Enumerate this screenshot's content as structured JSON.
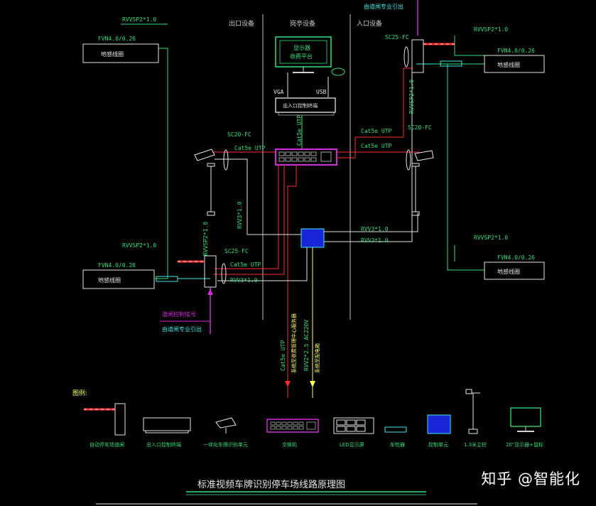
{
  "colors": {
    "wire_green": "#33e07a",
    "cyan": "#3fe7e7",
    "white": "#e6e6e6",
    "red": "#ff2a2a",
    "magenta": "#d22bd8",
    "yellow": "#ffff66",
    "blue_box": "#1826d8",
    "label_gray": "#c8c8c8"
  },
  "zones": {
    "exit": "出口设备",
    "booth": "岗亭设备",
    "entrance": "入口设备"
  },
  "top_note": "由道闸专业引出",
  "monitor": {
    "line1": "显示器",
    "line2": "收费平台"
  },
  "monitor_ports": {
    "vga": "VGA",
    "usb": "USB"
  },
  "controller_label": "出入口控制终端",
  "cables": {
    "rvsp_top_left": "RVVSP2*1.0",
    "rvsp_top_right": "RVVSP2*1.0",
    "rvsp_bot_left": "RVVSP2*1.0",
    "rvsp_bot_right": "RVVSP2*1.0",
    "fvn_top_left": "FVN4.0/0.26",
    "fvn_top_right": "FVN4.0/0.26",
    "fvn_bot_left": "FVN4.0/0.26",
    "fvn_bot_right": "FVN4.0/0.26",
    "sc25_right": "SC25-FC",
    "sc25_left": "SC25-FC",
    "sc20_left": "SC20-FC",
    "sc20_right": "SC20-FC",
    "cat5_right1": "Cat5e UTP",
    "cat5_right2": "Cat5e UTP",
    "cat5_left": "Cat5e UTP",
    "cat5_left_low": "Cat5e UTP",
    "cat5_vertical": "Cat5e UTP",
    "rvsp_vertical_right": "RVVSP2*1.0",
    "rvsp_vertical_left": "RVVSP2*1.0",
    "rvv_left_vertical": "RVV3*1.0",
    "rvv_left_low": "RVV3*1.0",
    "rvv_right_a": "RVV3*1.0",
    "rvv_right_b": "RVV3*1.0",
    "cat5_down": "Cat5e UTP",
    "rvv_down": "RVV2*2.5 AC220V",
    "down_note_red": "系统至收费管理中心服务器",
    "down_note_yellow": "系统至配电箱"
  },
  "box_labels": {
    "loop_top_left": "地感线圈",
    "loop_top_right": "地感线圈",
    "loop_bot_left": "地感线圈",
    "loop_bot_right": "地感线圈"
  },
  "side_notes": {
    "left_signal_1": "道闸控制信号",
    "left_signal_2": "由道闸专业引出"
  },
  "legend": {
    "title": "图例:",
    "items": [
      "自动停车场道闸",
      "出入口控制终端",
      "一体化车牌识别单元",
      "交换机",
      "LED显示屏",
      "车检器",
      "控制单元",
      "1.3米立柱",
      "20\"显示器+鼠标"
    ]
  },
  "footer_title": "标准视频车牌识别停车场线路原理图",
  "watermark": "知乎 @智能化"
}
